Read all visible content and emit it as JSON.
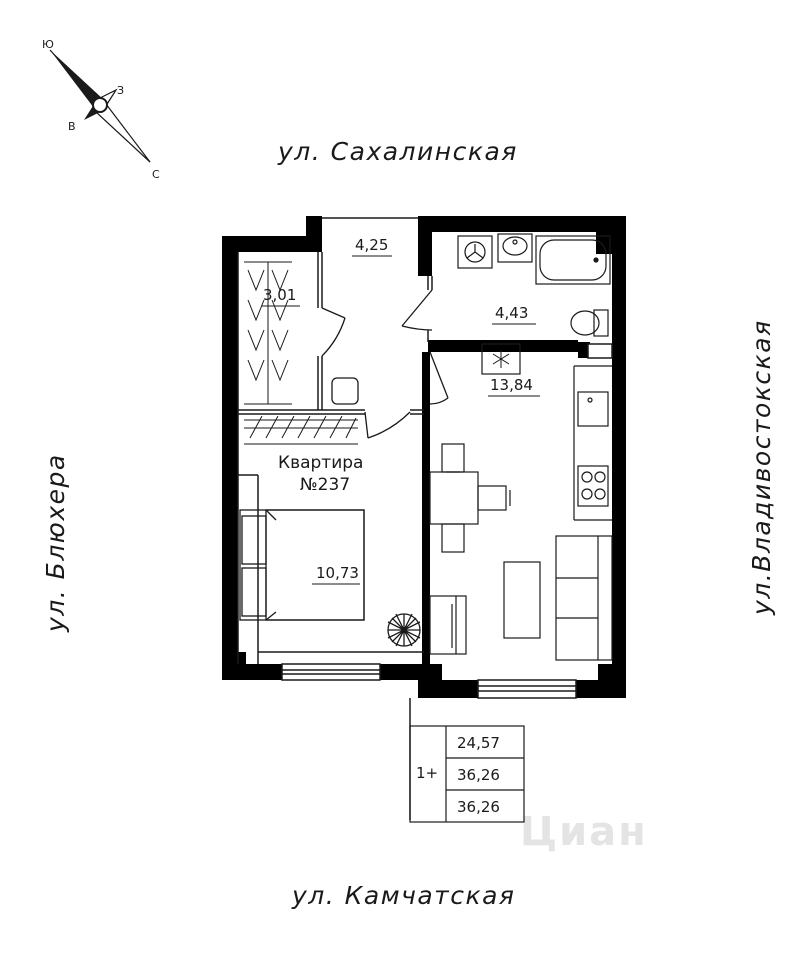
{
  "streets": {
    "top": "ул. Сахалинская",
    "bottom": "ул. Камчатская",
    "left": "ул. Блюхера",
    "right": "ул.Владивостокская"
  },
  "compass": {
    "north": "Ю",
    "east": "З",
    "west": "В",
    "south": "С"
  },
  "rooms": {
    "hall": "4,25",
    "wardrobe": "3,01",
    "bathroom": "4,43",
    "kitchen_living": "13,84",
    "bedroom": "10,73"
  },
  "apartment": {
    "line1": "Квартира",
    "line2": "№237"
  },
  "summary": {
    "rooms_label": "1+",
    "rows": [
      "24,57",
      "36,26",
      "36,26"
    ]
  },
  "watermark": "Циан",
  "colors": {
    "wall": "#000000",
    "line": "#1a1a1a",
    "watermark": "#e4e4e4"
  }
}
